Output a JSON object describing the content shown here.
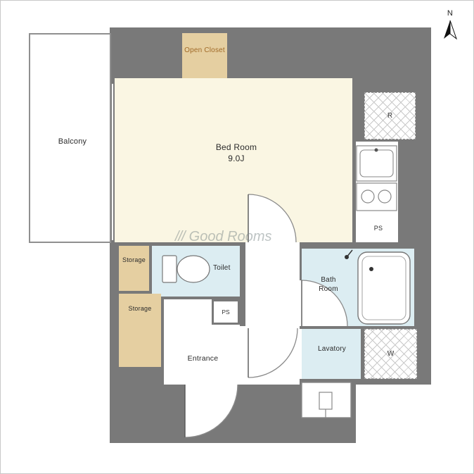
{
  "compass": {
    "north": "N"
  },
  "watermark": {
    "logo": "///",
    "text": "Good Rooms"
  },
  "rooms": {
    "balcony": {
      "label": "Balcony"
    },
    "bedroom": {
      "label": "Bed Room",
      "size": "9.0J"
    },
    "open_closet": {
      "label": "Open Closet"
    },
    "storage_upper": {
      "label": "Storage"
    },
    "storage_lower": {
      "label": "Storage"
    },
    "toilet": {
      "label": "Toilet"
    },
    "entrance": {
      "label": "Entrance"
    },
    "bathroom": {
      "label": "Bath Room"
    },
    "lavatory": {
      "label": "Lavatory"
    }
  },
  "fixtures": {
    "refrigerator": {
      "label": "R"
    },
    "washer": {
      "label": "W"
    },
    "ps_kitchen": {
      "label": "PS"
    },
    "ps_hall": {
      "label": "PS"
    }
  },
  "colors": {
    "wall": "#797979",
    "bedroom_floor": "#faf6e3",
    "closet_tan": "#e5cfa1",
    "wet_area_blue": "#dcedf2",
    "open_closet_text": "#a06a28",
    "hatch_line": "#c9c9c9"
  }
}
